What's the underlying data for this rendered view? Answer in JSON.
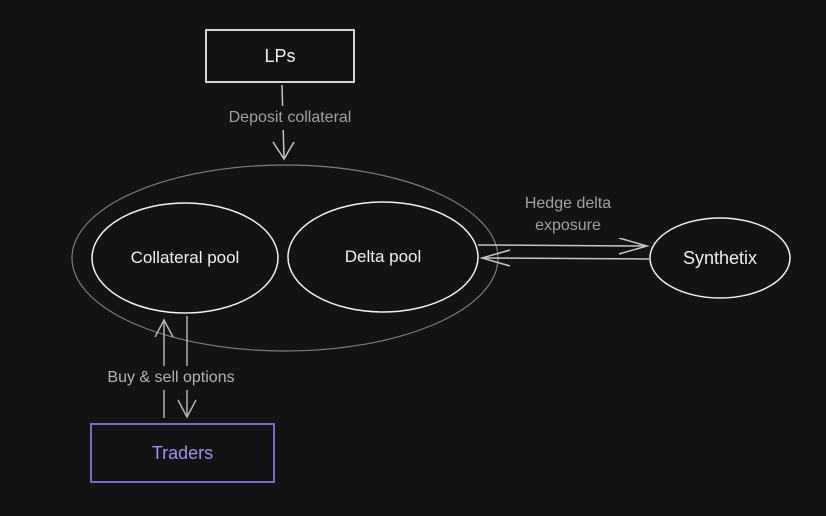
{
  "diagram": {
    "nodes": {
      "lps": {
        "label": "LPs"
      },
      "collateral_pool": {
        "label": "Collateral pool"
      },
      "delta_pool": {
        "label": "Delta pool"
      },
      "synthetix": {
        "label": "Synthetix"
      },
      "traders": {
        "label": "Traders"
      }
    },
    "edges": {
      "deposit": {
        "label": "Deposit collateral"
      },
      "hedge": {
        "label": "Hedge delta exposure"
      },
      "trade": {
        "label": "Buy & sell options"
      }
    },
    "colors": {
      "background": "#131313",
      "node_stroke": "#f0f0f0",
      "group_stroke": "#7d7d7d",
      "box_stroke": "#d6d6d6",
      "node_text": "#efefef",
      "arrow": "#c2c5c9",
      "trader_arrow": "#b3b3b3",
      "edge_label": "#a0a0a0",
      "trade_label": "#b3b3b3",
      "traders_accent": "#7d68cc",
      "traders_text": "#a78df0"
    }
  }
}
